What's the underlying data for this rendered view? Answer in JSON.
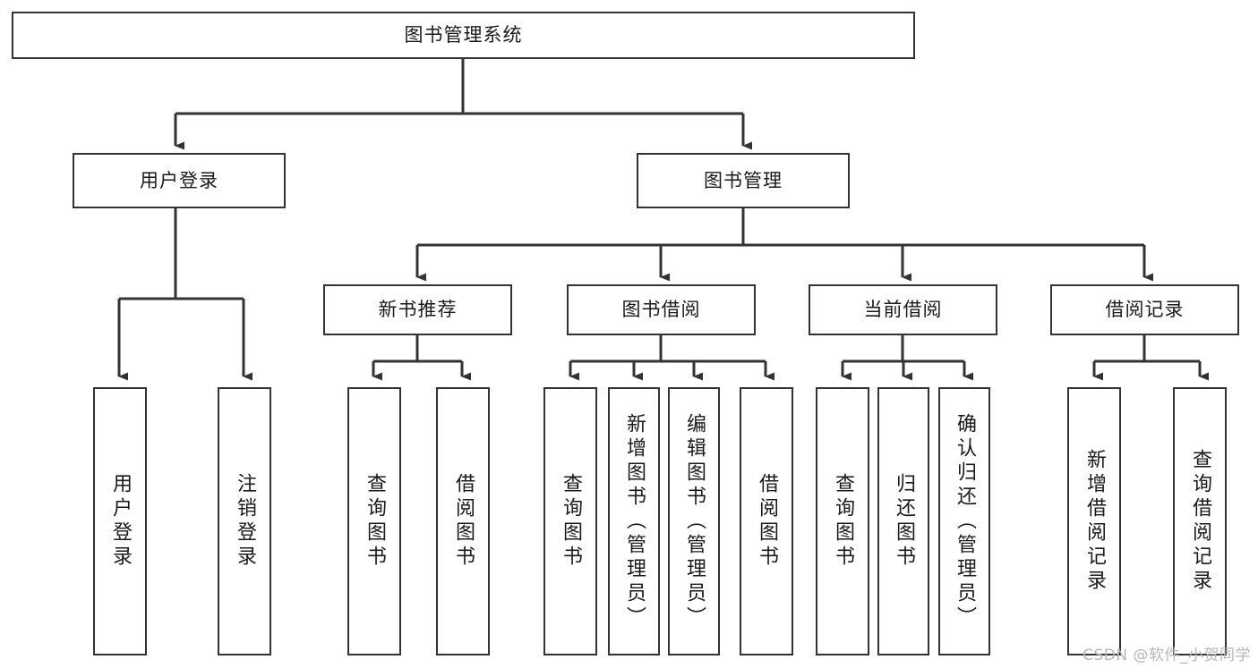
{
  "diagram": {
    "title": "图书管理系统",
    "watermark": "CSDN @软件_小贺同学",
    "colors": {
      "box_border": "#333333",
      "box_fill": "#ffffff",
      "connector": "#333333",
      "text": "#1a1a1a",
      "watermark": "#b6b6b6",
      "background": "#ffffff"
    },
    "root": {
      "label": "图书管理系统"
    },
    "level1": [
      {
        "label": "用户登录"
      },
      {
        "label": "图书管理"
      }
    ],
    "level2": [
      {
        "label": "新书推荐"
      },
      {
        "label": "图书借阅"
      },
      {
        "label": "当前借阅"
      },
      {
        "label": "借阅记录"
      }
    ],
    "leaves": {
      "user_login": [
        {
          "label": "用户登录"
        },
        {
          "label": "注销登录"
        }
      ],
      "new_book": [
        {
          "label": "查询图书"
        },
        {
          "label": "借阅图书"
        }
      ],
      "book_borrow": [
        {
          "label": "查询图书"
        },
        {
          "label": "新增图书（管理员）"
        },
        {
          "label": "编辑图书（管理员）"
        },
        {
          "label": "借阅图书"
        }
      ],
      "current_borrow": [
        {
          "label": "查询图书"
        },
        {
          "label": "归还图书"
        },
        {
          "label": "确认归还（管理员）"
        }
      ],
      "borrow_record": [
        {
          "label": "新增借阅记录"
        },
        {
          "label": "查询借阅记录"
        }
      ]
    }
  }
}
